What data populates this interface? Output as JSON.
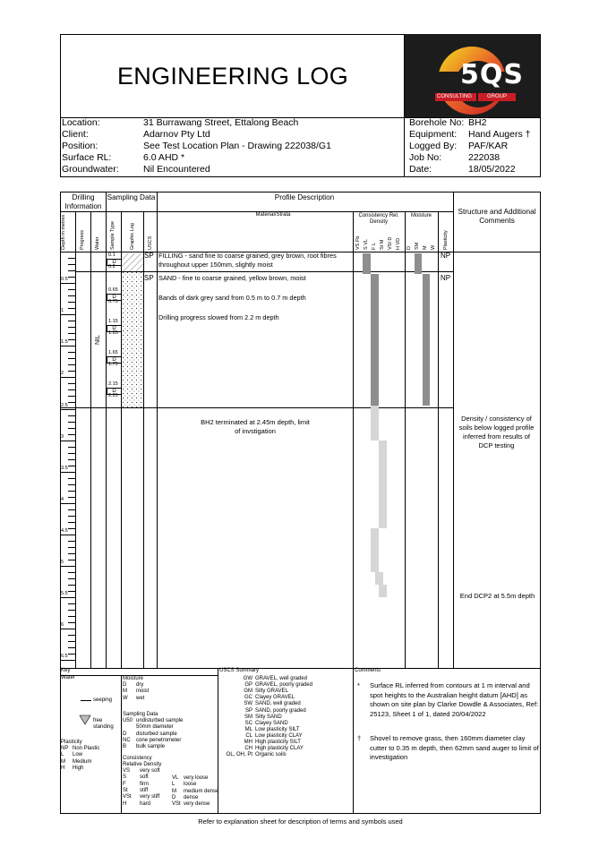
{
  "title": "ENGINEERING LOG",
  "logo": {
    "brand": "5QS",
    "left_word": "CONSULTING",
    "right_word": "GROUP"
  },
  "header": {
    "location_label": "Location:",
    "location": "31 Burrawang Street, Ettalong Beach",
    "client_label": "Client:",
    "client": "Adarnov Pty Ltd",
    "position_label": "Position:",
    "position": "See Test Location Plan - Drawing 222038/G1",
    "surface_label": "Surface RL:",
    "surface": "6.0 AHD *",
    "groundwater_label": "Groundwater:",
    "groundwater": "Nil Encountered",
    "borehole_label": "Borehole No:",
    "borehole": "BH2",
    "equipment_label": "Equipment:",
    "equipment": "Hand Augers †",
    "logged_label": "Logged By:",
    "logged": "PAF/KAR",
    "job_label": "Job No:",
    "job": "222038",
    "date_label": "Date:",
    "date": "18/05/2022"
  },
  "columns": {
    "drilling": "Drilling Information",
    "sampling": "Sampling Data",
    "profile": "Profile Description",
    "structure": "Structure and Additional Comments",
    "material": "Material/Strata",
    "consistency": "Consistency Rel. Density",
    "moisture": "Moisture",
    "depth": "Depth m metres",
    "progress": "Progress",
    "water": "Water",
    "sample_type": "Sample Type",
    "graphic": "Graphic Log",
    "uscs": "USCS",
    "plasticity": "Plasticity",
    "consistency_codes": [
      "VS Fb",
      "S VL",
      "F L",
      "St M",
      "VSt D",
      "H VD"
    ],
    "moisture_codes": [
      "D",
      "SM",
      "M",
      "W"
    ]
  },
  "depth_ticks": [
    "0.5",
    "1",
    "1.5",
    "2",
    "2.5",
    "3",
    "3.5",
    "4",
    "4.5",
    "5",
    "5.5",
    "6",
    "6.5"
  ],
  "water_value": "NIL",
  "samples": [
    {
      "top": "0.1",
      "type": "D",
      "bottom": "0.2"
    },
    {
      "top": "0.65",
      "type": "D",
      "bottom": "0.75"
    },
    {
      "top": "1.15",
      "type": "D",
      "bottom": "1.25"
    },
    {
      "top": "1.65",
      "type": "D",
      "bottom": "1.75"
    },
    {
      "top": "2.15",
      "type": "D",
      "bottom": "2.25"
    }
  ],
  "strata": [
    {
      "uscs": "SP",
      "description": "FILLING - sand fine to coarse grained, grey brown, root fibres throughout upper 150mm, slightly moist",
      "plasticity": "NP"
    },
    {
      "uscs": "SP",
      "description": "SAND - fine to coarse grained, yellow brown, moist",
      "plasticity": "NP"
    }
  ],
  "notes": [
    "Bands of dark grey sand from 0.5 m to 0.7 m depth",
    "Drilling progress slowed from 2.2 m depth"
  ],
  "termination": "BH2 terminated at 2.45m depth, limit of invstigation",
  "structure_comments": [
    "Density / consistency of soils below logged profile inferred from results of DCP testing",
    "End DCP2 at 5.5m depth"
  ],
  "key": {
    "key_title": "Key",
    "water_title": "Water",
    "water_items": [
      "seeping",
      "free standing"
    ],
    "moisture_title": "Moisture",
    "moisture_items": [
      [
        "D",
        "dry"
      ],
      [
        "M",
        "moist"
      ],
      [
        "W",
        "wet"
      ]
    ],
    "plasticity_title": "Plasticity",
    "plasticity_items": [
      [
        "NP",
        "Non Plastic"
      ],
      [
        "L",
        "Low"
      ],
      [
        "M",
        "Medium"
      ],
      [
        "H",
        "High"
      ]
    ],
    "sampling_title": "Sampling Data",
    "sampling_items": [
      [
        "U50",
        "undisturbed sample"
      ],
      [
        "",
        "50mm diameter"
      ],
      [
        "D",
        "disturbed sample"
      ],
      [
        "NC",
        "cone penetrometer"
      ],
      [
        "B",
        "bulk sample"
      ]
    ],
    "consistency_title": "Consistency",
    "density_title": "Relative Density",
    "consistency_items": [
      [
        "VS",
        "very soft"
      ],
      [
        "S",
        "soft"
      ],
      [
        "F",
        "firm"
      ],
      [
        "St",
        "stiff"
      ],
      [
        "VSt",
        "very stiff"
      ],
      [
        "H",
        "hard"
      ]
    ],
    "density_items": [
      [
        "VL",
        "very loose"
      ],
      [
        "L",
        "loose"
      ],
      [
        "M",
        "medium dense"
      ],
      [
        "D",
        "dense"
      ],
      [
        "VSt",
        "very dense"
      ]
    ],
    "uscs_title": "USCS Summary",
    "uscs_items": [
      [
        "GW",
        "GRAVEL, well graded"
      ],
      [
        "GP",
        "GRAVEL, poorly graded"
      ],
      [
        "GM",
        "Silty GRAVEL"
      ],
      [
        "GC",
        "Clayey GRAVEL"
      ],
      [
        "SW",
        "SAND, well graded"
      ],
      [
        "SP",
        "SAND, poorly graded"
      ],
      [
        "SM",
        "Silty SAND"
      ],
      [
        "SC",
        "Clayey SAND"
      ],
      [
        "ML",
        "Low plasticity SILT"
      ],
      [
        "CL",
        "Low plasticity CLAY"
      ],
      [
        "MH",
        "High plasticity SILT"
      ],
      [
        "CH",
        "High plasticity CLAY"
      ],
      [
        "OL, OH, Pt",
        "Organic soils"
      ]
    ],
    "comments_title": "Comments",
    "comment_1_mark": "*",
    "comment_1": "Surface RL inferred from contours at 1 m interval and spot heights to the Australian height datum [AHD] as shown on site plan by Clarke Dowdle & Associates, Ref: 25123, Sheet 1 of 1, dated 20/04/2022",
    "comment_2_mark": "†",
    "comment_2": "Shovel to remove grass, then 160mm diameter clay cutter to 0.35 m depth, then 62mm sand auger to limit of investigation"
  },
  "footer": "Refer to explanation sheet for description of terms and symbols used",
  "colors": {
    "logo_bg": "#1c1c1c",
    "log_bar": "#8e8e8e",
    "dcp_bar": "#d6d6d6",
    "logo_orange": "#e8632a",
    "logo_red": "#c81d25"
  }
}
